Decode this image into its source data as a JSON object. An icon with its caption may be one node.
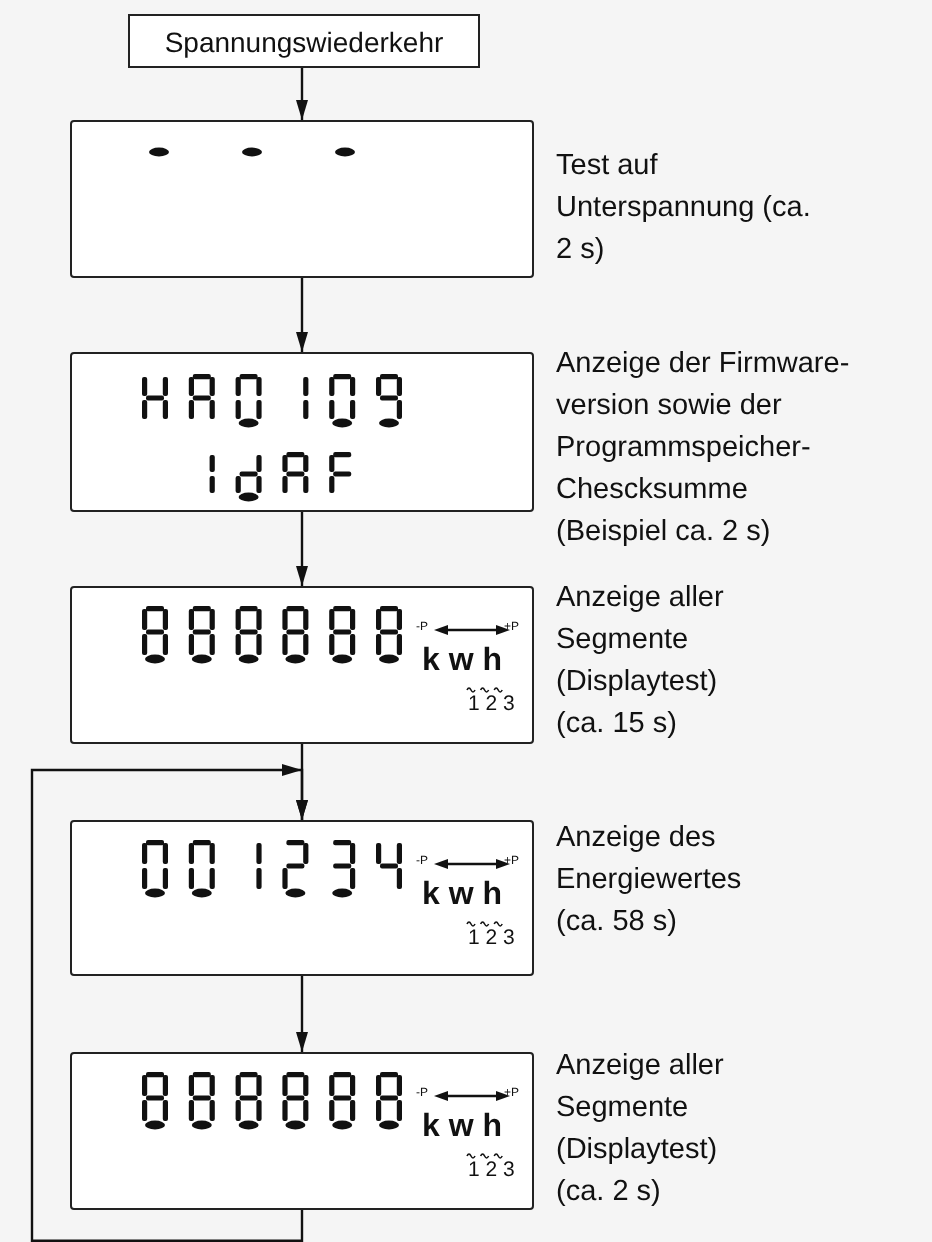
{
  "diagram": {
    "nodes": [
      {
        "text": [
          "Spannungswiederkehr"
        ]
      },
      {
        "text": [],
        "shape": "box",
        "beside": [
          "Test auf Unterspannung (ca. 2 s)"
        ]
      },
      {
        "text": [],
        "shape": "box",
        "beside": [
          "Anzeige der Firmware- version sowie der Programmspeicher- Chescksumme (Beispiel ca. 2 s)"
        ]
      },
      {
        "text": [
          "-P",
          "+P",
          "k w h",
          "1 2 3"
        ],
        "beside": [
          "Anzeige aller Segmente (Displaytest) (ca. 15 s)"
        ]
      },
      {
        "text": [
          "-P",
          "+P",
          "k w h",
          "1 2 3"
        ],
        "beside": [
          "Anzeige des Energiewertes (ca. 58 s)"
        ]
      },
      {
        "text": [
          "-P",
          "+P",
          "k w h",
          "1 2 3"
        ],
        "beside": [
          "Anzeige aller Segmente (Displaytest) (ca. 2 s)"
        ]
      }
    ],
    "edges": [
      {
        "from": 0,
        "to": 1,
        "arrow": "to"
      },
      {
        "from": 1,
        "to": 2,
        "arrow": "to"
      },
      {
        "from": 2,
        "to": 3,
        "arrow": "to"
      },
      {
        "from": 3,
        "to": 4,
        "arrow": "to"
      },
      {
        "from": 4,
        "to": 5,
        "arrow": "to"
      },
      {
        "from": 5,
        "to": 4,
        "arrow": "to"
      }
    ]
  }
}
